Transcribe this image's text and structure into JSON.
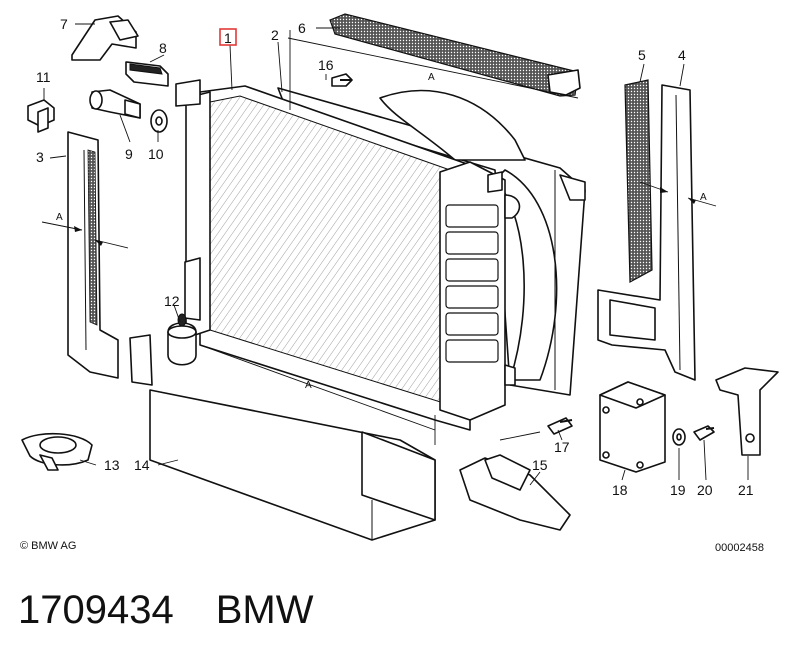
{
  "diagram": {
    "callouts": [
      "1",
      "2",
      "3",
      "4",
      "5",
      "6",
      "7",
      "8",
      "9",
      "10",
      "11",
      "12",
      "13",
      "14",
      "15",
      "16",
      "17",
      "18",
      "19",
      "20",
      "21"
    ],
    "dimension_label": "A",
    "highlight_color": "#e23a3a",
    "copyright": "© BMW AG",
    "drawing_code": "00002458"
  },
  "footer": {
    "part_number": "1709434",
    "brand": "BMW"
  }
}
